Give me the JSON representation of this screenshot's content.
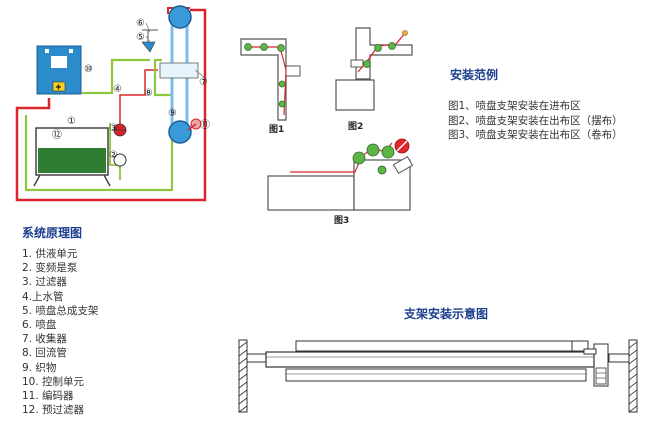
{
  "titles": {
    "principle": "系统原理图",
    "install_examples": "安装范例",
    "bracket_install": "支架安装示意图"
  },
  "components": [
    "1. 供液单元",
    "2. 变频是泵",
    "3. 过滤器",
    "4.上水管",
    "5. 喷盘总成支架",
    "6. 喷盘",
    "7. 收集器",
    "8. 回流管",
    "9. 织物",
    "10. 控制单元",
    "11. 编码器",
    "12. 预过滤器"
  ],
  "install_notes": [
    "图1、喷盘支架安装在进布区",
    "图2、喷盘支架安装在出布区（摆布）",
    "图3、喷盘支架安装在出布区（卷布）"
  ],
  "figure_labels": {
    "fig1": "图1",
    "fig2": "图2",
    "fig3": "图3"
  },
  "diagram_numbers": {
    "n1": "①",
    "n2": "②",
    "n3": "③",
    "n4": "④",
    "n5": "⑤",
    "n6": "⑥",
    "n7": "⑦",
    "n8": "⑧",
    "n9": "⑨",
    "n10": "⑩",
    "n11": "⑪",
    "n12": "⑫"
  },
  "colors": {
    "pipe_red": "#d9262c",
    "pipe_green": "#8dc63f",
    "control_unit": "#2b8bcb",
    "roller": "#3a9ad9",
    "tank_liquid": "#2f7d32",
    "machine_green": "#5db346",
    "stop_red": "#e0282e"
  }
}
